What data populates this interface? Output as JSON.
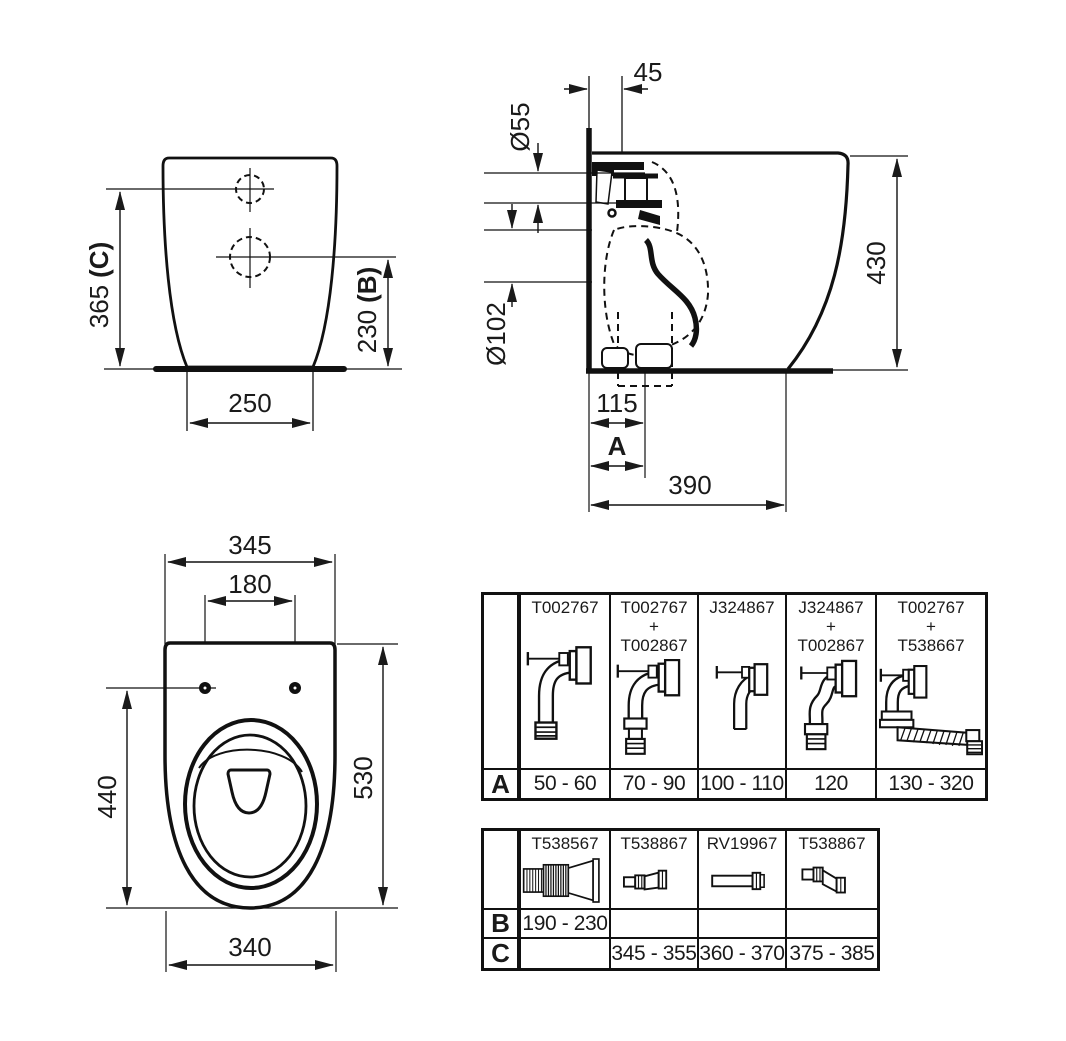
{
  "front_view": {
    "dim_365": "365",
    "ref_c": "(C)",
    "dim_230": "230",
    "ref_b": "(B)",
    "dim_250": "250"
  },
  "side_view": {
    "dim_45": "45",
    "dim_o55": "Ø55",
    "dim_o102": "Ø102",
    "dim_430": "430",
    "dim_115": "115",
    "dim_a": "A",
    "dim_390": "390"
  },
  "top_view": {
    "dim_345": "345",
    "dim_180": "180",
    "dim_440": "440",
    "dim_530": "530",
    "dim_340": "340"
  },
  "table_a": {
    "row_label": "A",
    "columns": [
      {
        "codes": [
          "T002767"
        ],
        "icon": "elbow-connector",
        "value": "50 - 60"
      },
      {
        "codes": [
          "T002767",
          "+",
          "T002867"
        ],
        "icon": "elbow-connector-with-extension",
        "value": "70 - 90"
      },
      {
        "codes": [
          "J324867"
        ],
        "icon": "offset-connector",
        "value": "100 - 110"
      },
      {
        "codes": [
          "J324867",
          "+",
          "T002867"
        ],
        "icon": "s-bend-connector-with-extension",
        "value": "120"
      },
      {
        "codes": [
          "T002767",
          "+",
          "T538667"
        ],
        "icon": "elbow-with-flexible-pipe",
        "value": "130 - 320"
      }
    ]
  },
  "table_bc": {
    "row_label_b": "B",
    "row_label_c": "C",
    "columns": [
      {
        "code": "T538567",
        "icon": "telescopic-adaptor",
        "value_b": "190 - 230",
        "value_c": ""
      },
      {
        "code": "T538867",
        "icon": "stepped-adaptor",
        "value_b": "",
        "value_c": "345 - 355"
      },
      {
        "code": "RV19967",
        "icon": "straight-pipe",
        "value_b": "",
        "value_c": "360 - 370"
      },
      {
        "code": "T538867",
        "icon": "stepped-adaptor",
        "value_b": "",
        "value_c": "375 - 385"
      }
    ]
  }
}
